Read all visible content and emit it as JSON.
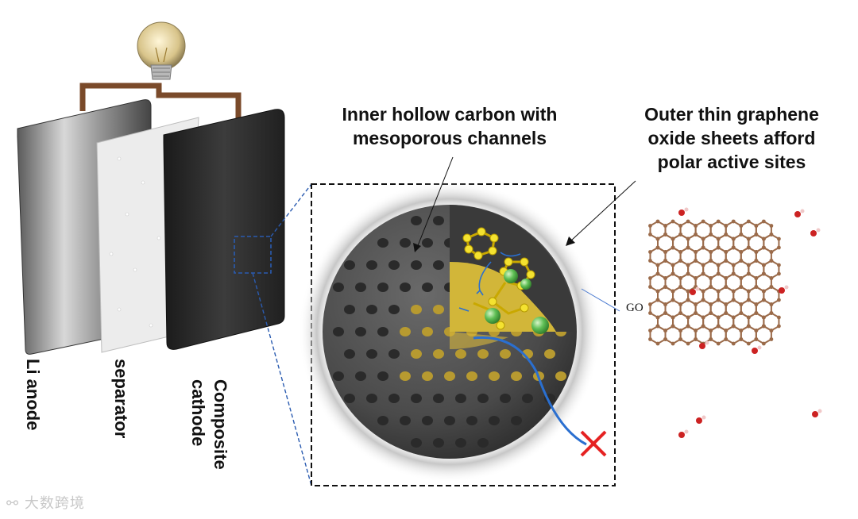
{
  "labels": {
    "li_anode": "Li anode",
    "separator": "separator",
    "cathode_line1": "Composite",
    "cathode_line2": "cathode",
    "inner_line1": "Inner hollow carbon with",
    "inner_line2": "mesoporous channels",
    "outer_line1": "Outer thin graphene",
    "outer_line2": "oxide sheets afford",
    "outer_line3": "polar active sites",
    "go": "GO"
  },
  "watermark": "大数跨境",
  "icons": [
    "light-bulb-icon",
    "red-x-icon",
    "watermark-logo-icon"
  ],
  "colors": {
    "carbon_shell": "#4a4a4a",
    "sulfur": "#e3c43a",
    "lithium_polysulfide": "#5fbf55",
    "carbon_atom": "#9b6b4a",
    "oxygen_atom": "#cc2222",
    "hydrogen_atom": "#f0c8c8",
    "wire": "#7a4a2a",
    "zoom_dash": "#2a5bb0",
    "cross": "#e52222"
  }
}
